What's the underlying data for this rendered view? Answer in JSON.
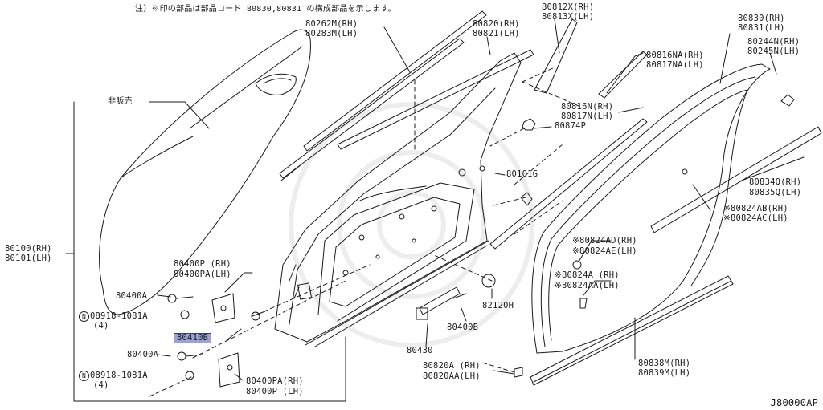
{
  "header_note": "注）※印の部品は部品コード 80830,80831 の構成部品を示します。",
  "diagram_code": "J80000AP",
  "colors": {
    "line": "#1a1a1a",
    "highlight": "#9aa2d6",
    "highlight_border": "#3a3f78"
  },
  "labels": {
    "p80262m": "80262M(RH)",
    "p80283m": "80283M(LH)",
    "p80820": "80820(RH)",
    "p80821": "80821(LH)",
    "p80812x": "80812X(RH)",
    "p80813x": "80813X(LH)",
    "p80830": "80830(RH)",
    "p80831": "80831(LH)",
    "p80244n": "80244N(RH)",
    "p80245n": "80245N(LH)",
    "p80816na": "80816NA(RH)",
    "p80817na": "80817NA(LH)",
    "not_sold": "非販売",
    "p80816n": "80816N(RH)",
    "p80817n": "80817N(LH)",
    "p80874p": "80874P",
    "p80101g": "80101G",
    "p80834q": "80834Q(RH)",
    "p80835q": "80835Q(LH)",
    "p80824ab": "※80824AB(RH)",
    "p80824ac": "※80824AC(LH)",
    "p80100": "80100(RH)",
    "p80101": "80101(LH)",
    "p80824ad": "※80824AD(RH)",
    "p80824ae": "※80824AE(LH)",
    "p80400p_a": "80400P (RH)",
    "p80400pa_a": "80400PA(LH)",
    "p80824a": "※80824A (RH)",
    "p80824aa": "※80824AA(LH)",
    "p80400a_1": "80400A",
    "bolt_1": "08918-1081A",
    "qty_1": "(4)",
    "p82120h": "82120H",
    "p80400b": "80400B",
    "p80410b": "80410B",
    "p80400a_2": "80400A",
    "p80430": "80430",
    "bolt_2": "08918-1081A",
    "qty_2": "(4)",
    "p80820a": "80820A (RH)",
    "p80820aa": "80820AA(LH)",
    "p80838m": "80838M(RH)",
    "p80839m": "80839M(LH)",
    "p80400pa_b": "80400PA(RH)",
    "p80400p_b": "80400P (LH)",
    "circle_n": "N"
  }
}
